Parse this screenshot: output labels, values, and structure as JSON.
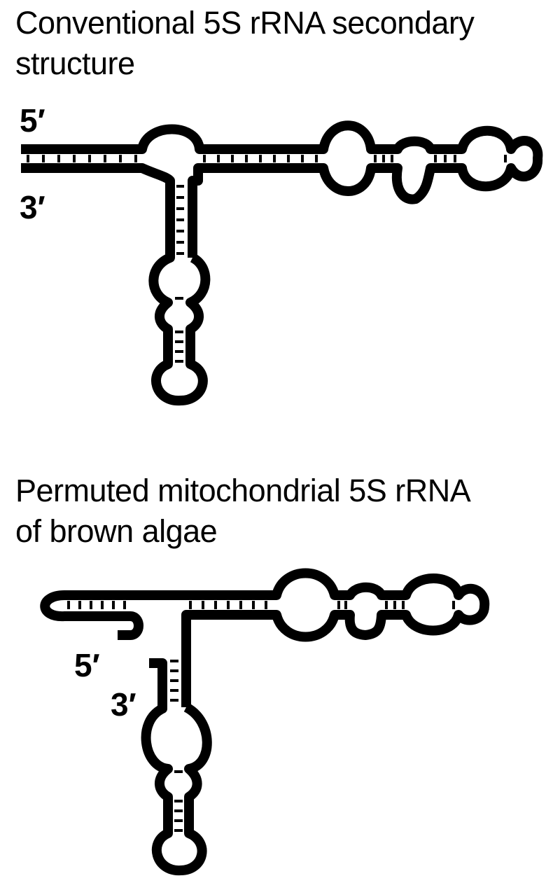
{
  "diagram1": {
    "title_lines": [
      "Conventional 5S rRNA secondary",
      "structure"
    ],
    "end5_label": "5′",
    "end3_label": "3′"
  },
  "diagram2": {
    "title_lines": [
      "Permuted mitochondrial 5S rRNA",
      "of brown algae"
    ],
    "end5_label": "5′",
    "end3_label": "3′"
  },
  "colors": {
    "strand": "#000000",
    "background": "#ffffff"
  }
}
